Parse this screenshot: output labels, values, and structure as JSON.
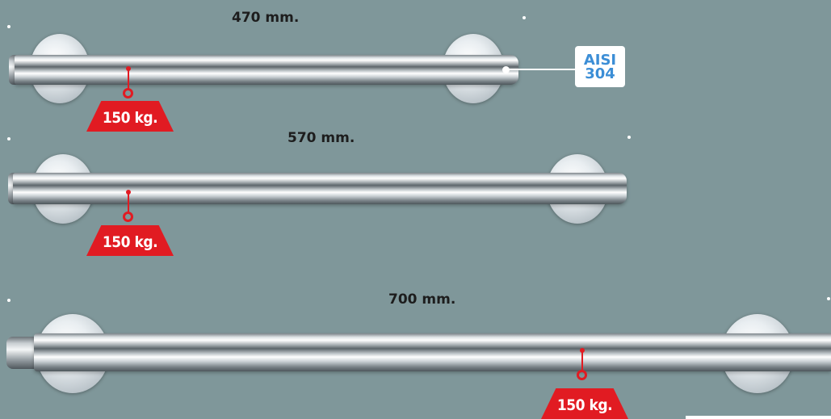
{
  "bars": [
    {
      "length_label": "470 mm.",
      "load_label": "150 kg."
    },
    {
      "length_label": "570 mm.",
      "load_label": "150 kg."
    },
    {
      "length_label": "700 mm.",
      "load_label": "150 kg."
    }
  ],
  "material_badge": {
    "line1": "AISI",
    "line2": "304"
  },
  "colors": {
    "background": "#7f979a",
    "load_red": "#e11b22",
    "badge_text": "#3c8ed6"
  }
}
